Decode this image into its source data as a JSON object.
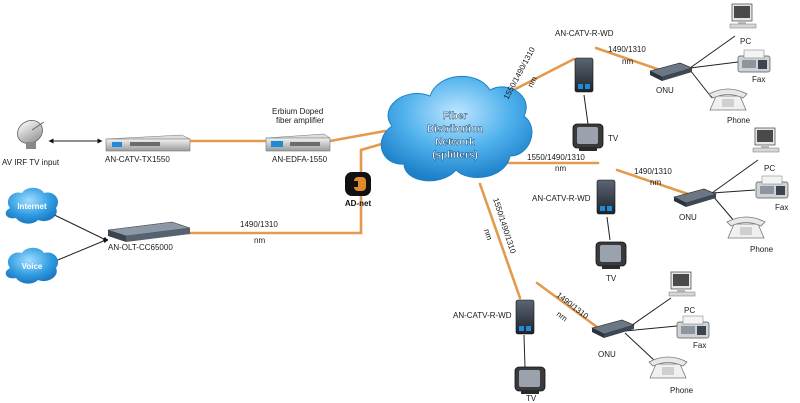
{
  "cloud": {
    "line1": "Fiber",
    "line2": "Distribution",
    "line3": "Network",
    "line4": "(splitters)"
  },
  "bubbles": {
    "internet": "Internet",
    "voice": "Voice"
  },
  "logo": {
    "text": "AD-net"
  },
  "labels": {
    "av_input": "AV IRF TV input",
    "tx": "AN-CATV-TX1550",
    "edfa_title1": "Erbium Doped",
    "edfa_title2": "fiber amplifier",
    "edfa": "AN-EDFA-1550",
    "olt": "AN-OLT-CC65000",
    "olt_wl": "1490/1310",
    "olt_nm": "nm",
    "b1_receiver": "AN-CATV-R-WD",
    "b1_wl": "1550/1490/1310",
    "b1_nm": "nm",
    "b1_onu_wl": "1490/1310",
    "b1_onu_nm": "nm",
    "b1_onu": "ONU",
    "b1_pc": "PC",
    "b1_fax": "Fax",
    "b1_phone": "Phone",
    "b1_tv": "TV",
    "b2_receiver": "AN-CATV-R-WD",
    "b2_wl": "1550/1490/1310",
    "b2_nm": "nm",
    "b2_onu_wl": "1490/1310",
    "b2_onu_nm": "nm",
    "b2_onu": "ONU",
    "b2_pc": "PC",
    "b2_fax": "Fax",
    "b2_phone": "Phone",
    "b2_tv": "TV",
    "b3_receiver": "AN-CATV-R-WD",
    "b3_wl": "1550/1490/1310",
    "b3_nm": "nm",
    "b3_onu_wl": "1490/1310",
    "b3_onu_nm": "nm",
    "b3_onu": "ONU",
    "b3_pc": "PC",
    "b3_fax": "Fax",
    "b3_phone": "Phone",
    "b3_tv": "TV"
  },
  "colors": {
    "fiber": "#e39a4c",
    "cloud": "#2f9be0",
    "bubble": "#2f9be0",
    "device_blue": "#1f8ad6"
  }
}
